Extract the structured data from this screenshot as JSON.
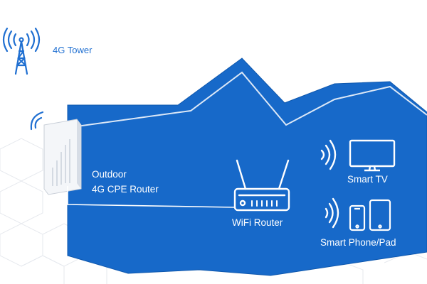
{
  "diagram": {
    "colors": {
      "house_fill": "#1769c9",
      "house_stroke": "#0e57ad",
      "tower": "#1f6fd1",
      "device_stroke": "#ffffff",
      "background": "#ffffff"
    },
    "labels": {
      "tower": "4G Tower",
      "cpe_line1": "Outdoor",
      "cpe_line2": "4G CPE Router",
      "wifi_router": "WiFi Router",
      "smart_tv": "Smart TV",
      "smart_phone_pad": "Smart Phone/Pad"
    },
    "icons": [
      "cell-tower-icon",
      "signal-waves-icon",
      "outdoor-cpe-router-icon",
      "wifi-router-icon",
      "smart-tv-icon",
      "smartphone-icon",
      "tablet-icon"
    ]
  }
}
